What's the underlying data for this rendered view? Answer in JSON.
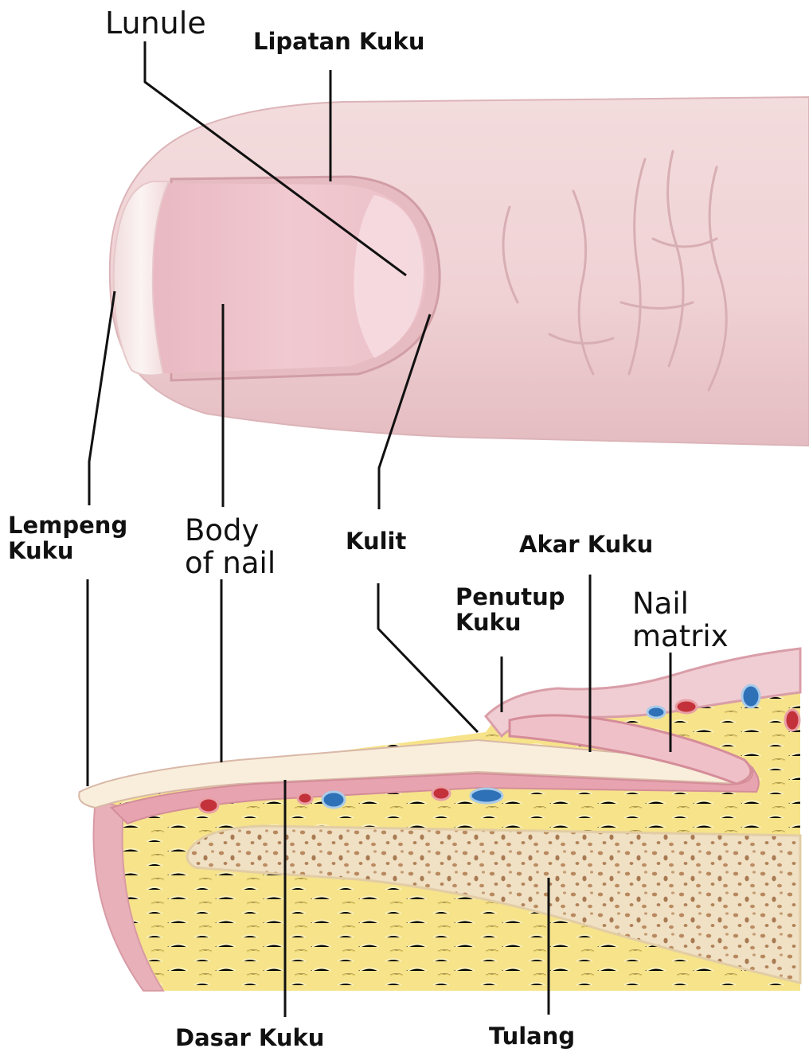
{
  "labels": {
    "lunule": "Lunule",
    "lipatan_kuku": "Lipatan Kuku",
    "lempeng_kuku": "Lempeng\nKuku",
    "body_of_nail": "Body\nof nail",
    "kulit": "Kulit",
    "akar_kuku": "Akar Kuku",
    "penutup_kuku": "Penutup\nKuku",
    "nail_matrix": "Nail\nmatrix",
    "dasar_kuku": "Dasar Kuku",
    "tulang": "Tulang"
  },
  "colors": {
    "skin": "#f2d6d8",
    "skin_shadow": "#e2b9bd",
    "nail_pink": "#efc3cb",
    "nail_free_edge": "#f9eeee",
    "lunule": "#f7dfe3",
    "nail_plate_section": "#f7ecd9",
    "nail_bed_section": "#e8a8b3",
    "fat_yellow": "#f6e38a",
    "bone": "#f1e3c9",
    "bone_pores": "#b68a62",
    "artery": "#c3323a",
    "vein": "#2f71b7",
    "leader_line": "#111111"
  }
}
